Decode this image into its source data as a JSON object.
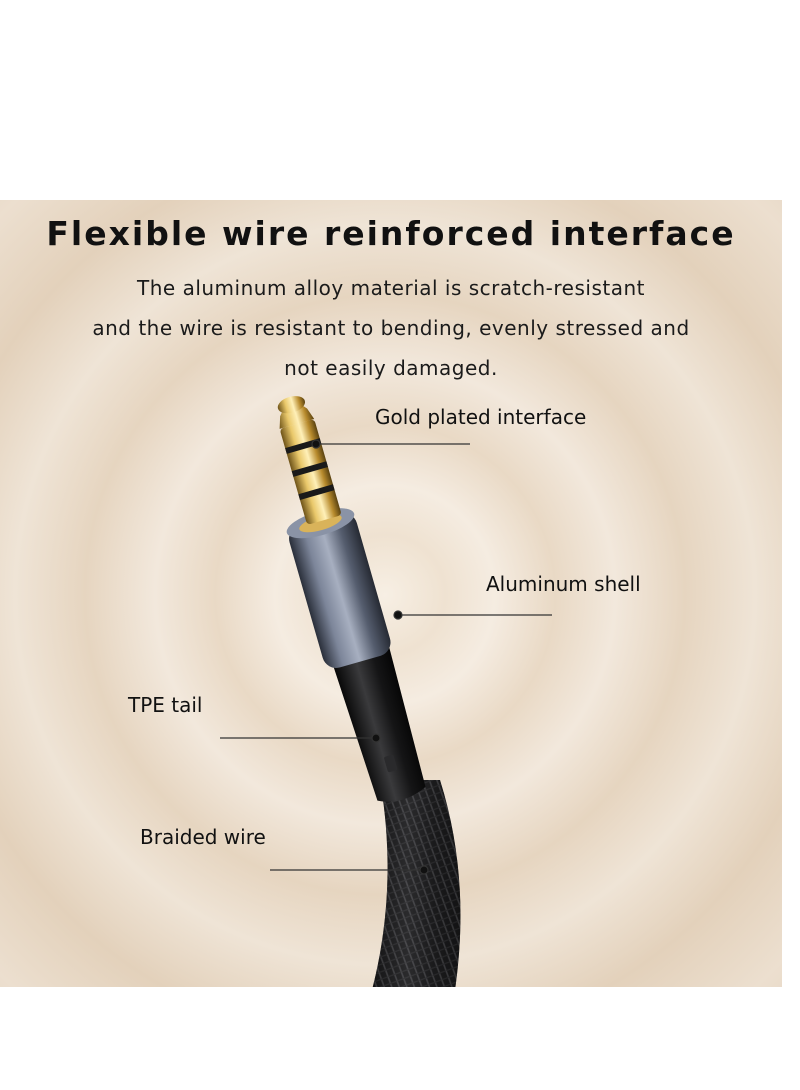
{
  "title": "Flexible wire reinforced interface",
  "subtitle_lines": [
    "The aluminum alloy material is scratch-resistant",
    "and the wire is resistant to bending, evenly stressed and",
    "not easily damaged."
  ],
  "callouts": {
    "gold": "Gold plated interface",
    "aluminum": "Aluminum shell",
    "tpe": "TPE tail",
    "braided": "Braided wire"
  },
  "colors": {
    "gold": "#c9a24a",
    "shell": "#4e5566",
    "cable": "#1c1c1e",
    "background": "#efe3d3"
  }
}
